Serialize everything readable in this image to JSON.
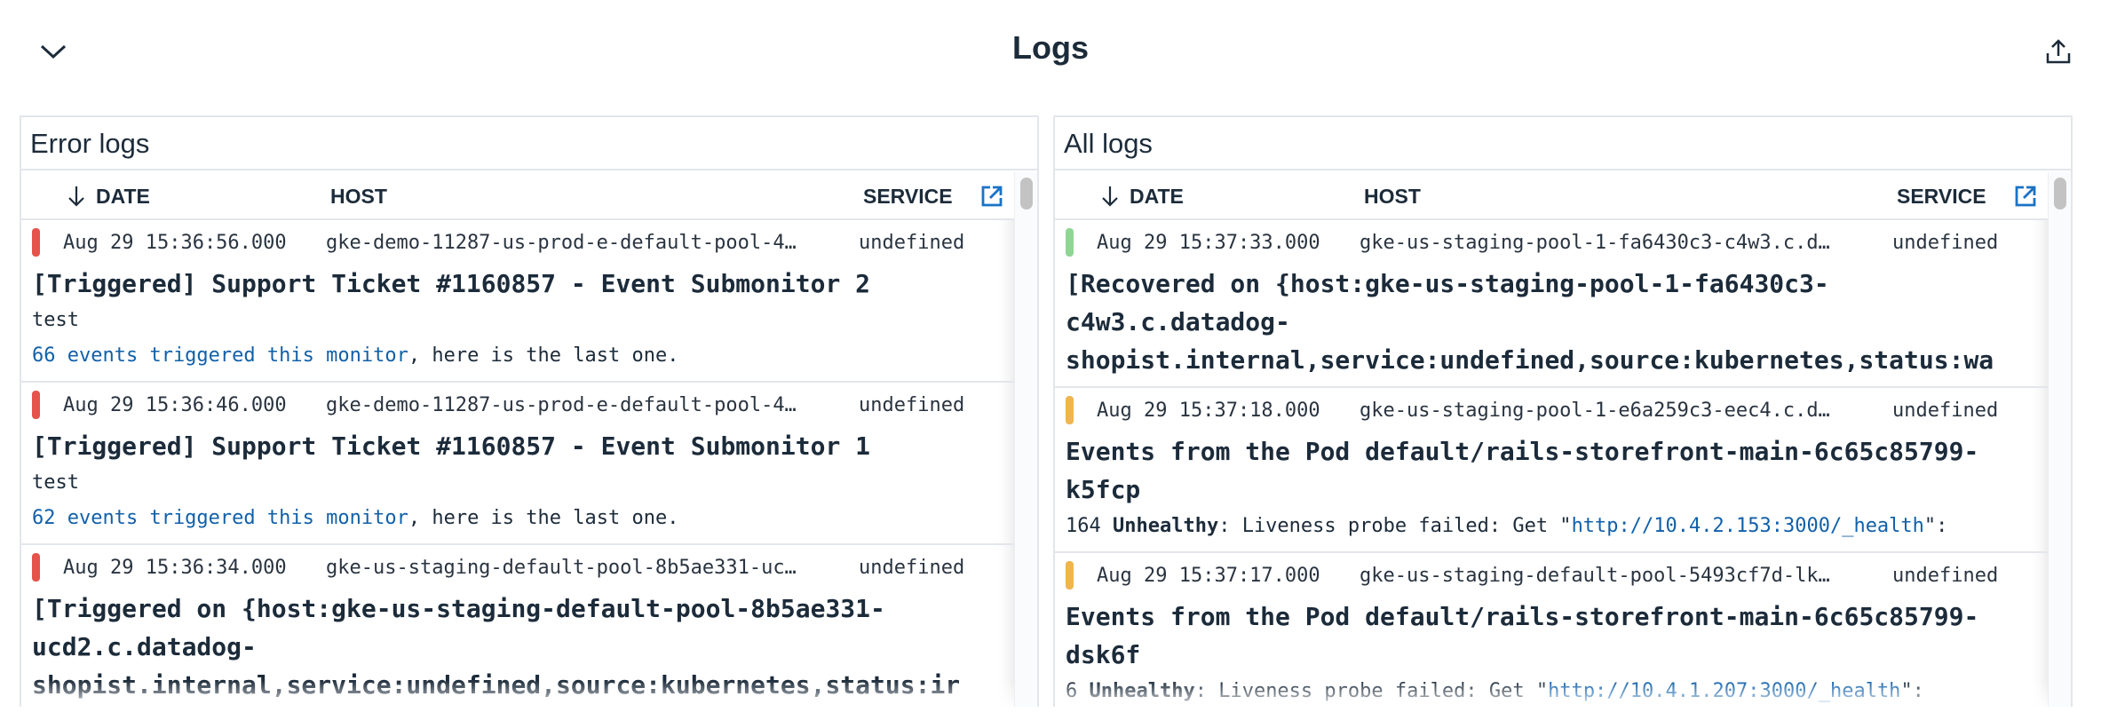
{
  "header": {
    "title": "Logs",
    "collapse_icon": "chevron-down-icon",
    "export_icon": "upload-export-icon"
  },
  "colors": {
    "error": "#e5534b",
    "ok": "#8fd694",
    "warn": "#f0b54c",
    "link": "#1160a9",
    "border": "#e3e6eb",
    "text": "#1c2b3a"
  },
  "panels": {
    "error": {
      "title": "Error logs",
      "columns": {
        "date": "DATE",
        "host": "HOST",
        "service": "SERVICE",
        "sort_icon": "arrow-down-icon",
        "open_icon": "external-link-icon"
      },
      "rows": [
        {
          "status": "error",
          "date": "Aug 29 15:36:56.000",
          "host": "gke-demo-11287-us-prod-e-default-pool-4…",
          "service": "undefined",
          "title": "[Triggered] Support Ticket #1160857 - Event Submonitor 2",
          "line1": "test",
          "link_text": "66 events triggered this monitor",
          "link_suffix": ", here is the last one."
        },
        {
          "status": "error",
          "date": "Aug 29 15:36:46.000",
          "host": "gke-demo-11287-us-prod-e-default-pool-4…",
          "service": "undefined",
          "title": "[Triggered] Support Ticket #1160857 - Event Submonitor 1",
          "line1": "test",
          "link_text": "62 events triggered this monitor",
          "link_suffix": ", here is the last one."
        },
        {
          "status": "error",
          "date": "Aug 29 15:36:34.000",
          "host": "gke-us-staging-default-pool-8b5ae331-uc…",
          "service": "undefined",
          "title": "[Triggered on {host:gke-us-staging-default-pool-8b5ae331-\nucd2.c.datadog-\nshopist.internal,service:undefined,source:kubernetes,status:ir"
        }
      ]
    },
    "all": {
      "title": "All logs",
      "columns": {
        "date": "DATE",
        "host": "HOST",
        "service": "SERVICE",
        "sort_icon": "arrow-down-icon",
        "open_icon": "external-link-icon"
      },
      "rows": [
        {
          "status": "ok",
          "date": "Aug 29 15:37:33.000",
          "host": "gke-us-staging-pool-1-fa6430c3-c4w3.c.d…",
          "service": "undefined",
          "title": "[Recovered on {host:gke-us-staging-pool-1-fa6430c3-\nc4w3.c.datadog-\nshopist.internal,service:undefined,source:kubernetes,status:wa"
        },
        {
          "status": "warn",
          "date": "Aug 29 15:37:18.000",
          "host": "gke-us-staging-pool-1-e6a259c3-eec4.c.d…",
          "service": "undefined",
          "title": "Events from the Pod default/rails-storefront-main-6c65c85799-\nk5fcp",
          "count": "164 ",
          "bold_word": "Unhealthy",
          "text_mid": ": Liveness probe failed: Get \"",
          "url": "http://10.4.2.153:3000/_health",
          "text_end": "\":"
        },
        {
          "status": "warn",
          "date": "Aug 29 15:37:17.000",
          "host": "gke-us-staging-default-pool-5493cf7d-lk…",
          "service": "undefined",
          "title": "Events from the Pod default/rails-storefront-main-6c65c85799-\ndsk6f",
          "count": "6 ",
          "bold_word": "Unhealthy",
          "text_mid": ": Liveness probe failed: Get \"",
          "url": "http://10.4.1.207:3000/_health",
          "text_end": "\":"
        }
      ]
    }
  }
}
